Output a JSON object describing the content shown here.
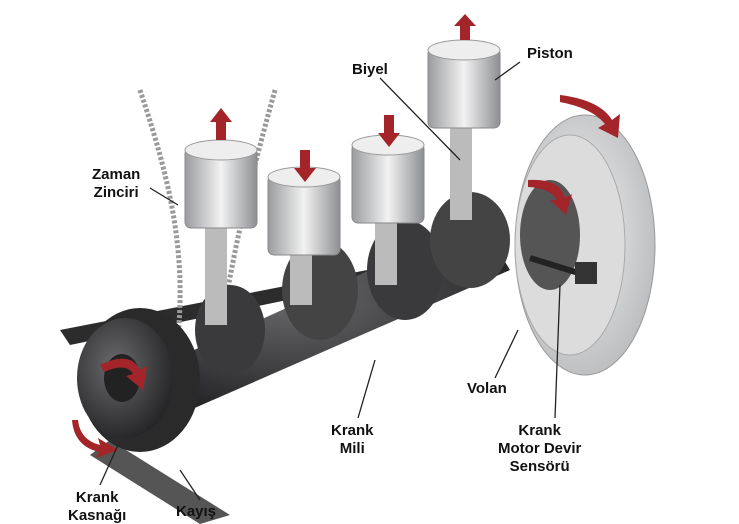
{
  "labels": {
    "piston": "Piston",
    "biyel": "Biyel",
    "zaman_zinciri": [
      "Zaman",
      "Zinciri"
    ],
    "krank_mili": [
      "Krank",
      "Mili"
    ],
    "volan": "Volan",
    "sensor": [
      "Krank",
      "Motor Devir",
      "Sensörü"
    ],
    "kasnak": [
      "Krank",
      "Kasnağı"
    ],
    "kayis": "Kayış"
  },
  "colors": {
    "arrow": "#a3252a",
    "metal": "#c9cbcd",
    "dark": "#3a3a3c"
  }
}
